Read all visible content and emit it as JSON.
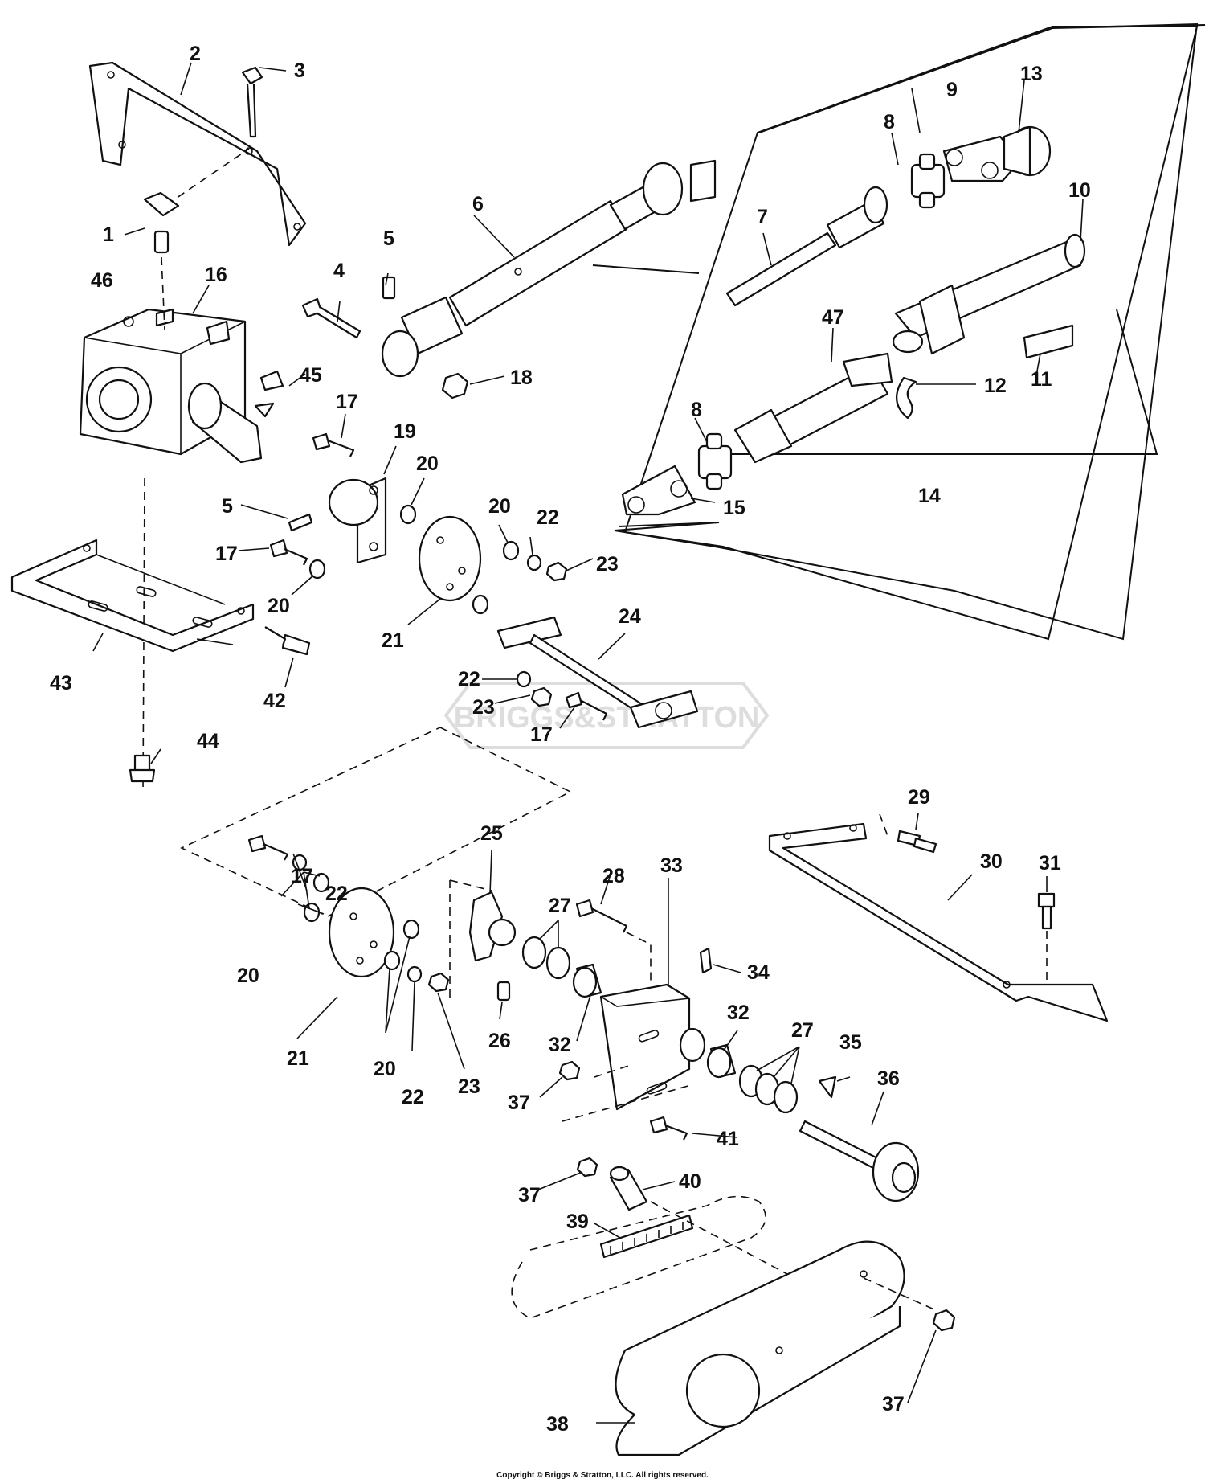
{
  "watermark": "BRIGGS&STRATTON",
  "copyright": "Copyright © Briggs & Stratton, LLC. All rights reserved.",
  "callouts": [
    {
      "id": "c1",
      "label": "1"
    },
    {
      "id": "c2",
      "label": "2"
    },
    {
      "id": "c3",
      "label": "3"
    },
    {
      "id": "c4",
      "label": "4"
    },
    {
      "id": "c5a",
      "label": "5"
    },
    {
      "id": "c5b",
      "label": "5"
    },
    {
      "id": "c6",
      "label": "6"
    },
    {
      "id": "c7",
      "label": "7"
    },
    {
      "id": "c8a",
      "label": "8"
    },
    {
      "id": "c8b",
      "label": "8"
    },
    {
      "id": "c9",
      "label": "9"
    },
    {
      "id": "c10",
      "label": "10"
    },
    {
      "id": "c11",
      "label": "11"
    },
    {
      "id": "c12",
      "label": "12"
    },
    {
      "id": "c13",
      "label": "13"
    },
    {
      "id": "c14",
      "label": "14"
    },
    {
      "id": "c15",
      "label": "15"
    },
    {
      "id": "c16",
      "label": "16"
    },
    {
      "id": "c17a",
      "label": "17"
    },
    {
      "id": "c17b",
      "label": "17"
    },
    {
      "id": "c17c",
      "label": "17"
    },
    {
      "id": "c17d",
      "label": "17"
    },
    {
      "id": "c18",
      "label": "18"
    },
    {
      "id": "c19",
      "label": "19"
    },
    {
      "id": "c20a",
      "label": "20"
    },
    {
      "id": "c20b",
      "label": "20"
    },
    {
      "id": "c20c",
      "label": "20"
    },
    {
      "id": "c20d",
      "label": "20"
    },
    {
      "id": "c20e",
      "label": "20"
    },
    {
      "id": "c21a",
      "label": "21"
    },
    {
      "id": "c21b",
      "label": "21"
    },
    {
      "id": "c22a",
      "label": "22"
    },
    {
      "id": "c22b",
      "label": "22"
    },
    {
      "id": "c22c",
      "label": "22"
    },
    {
      "id": "c22d",
      "label": "22"
    },
    {
      "id": "c23a",
      "label": "23"
    },
    {
      "id": "c23b",
      "label": "23"
    },
    {
      "id": "c23c",
      "label": "23"
    },
    {
      "id": "c24",
      "label": "24"
    },
    {
      "id": "c25",
      "label": "25"
    },
    {
      "id": "c26",
      "label": "26"
    },
    {
      "id": "c27a",
      "label": "27"
    },
    {
      "id": "c27b",
      "label": "27"
    },
    {
      "id": "c28",
      "label": "28"
    },
    {
      "id": "c29",
      "label": "29"
    },
    {
      "id": "c30",
      "label": "30"
    },
    {
      "id": "c31",
      "label": "31"
    },
    {
      "id": "c32a",
      "label": "32"
    },
    {
      "id": "c32b",
      "label": "32"
    },
    {
      "id": "c33",
      "label": "33"
    },
    {
      "id": "c34",
      "label": "34"
    },
    {
      "id": "c35",
      "label": "35"
    },
    {
      "id": "c36",
      "label": "36"
    },
    {
      "id": "c37a",
      "label": "37"
    },
    {
      "id": "c37b",
      "label": "37"
    },
    {
      "id": "c37c",
      "label": "37"
    },
    {
      "id": "c38",
      "label": "38"
    },
    {
      "id": "c39",
      "label": "39"
    },
    {
      "id": "c40",
      "label": "40"
    },
    {
      "id": "c41",
      "label": "41"
    },
    {
      "id": "c42",
      "label": "42"
    },
    {
      "id": "c43",
      "label": "43"
    },
    {
      "id": "c44",
      "label": "44"
    },
    {
      "id": "c45",
      "label": "45"
    },
    {
      "id": "c46",
      "label": "46"
    },
    {
      "id": "c47",
      "label": "47"
    }
  ]
}
